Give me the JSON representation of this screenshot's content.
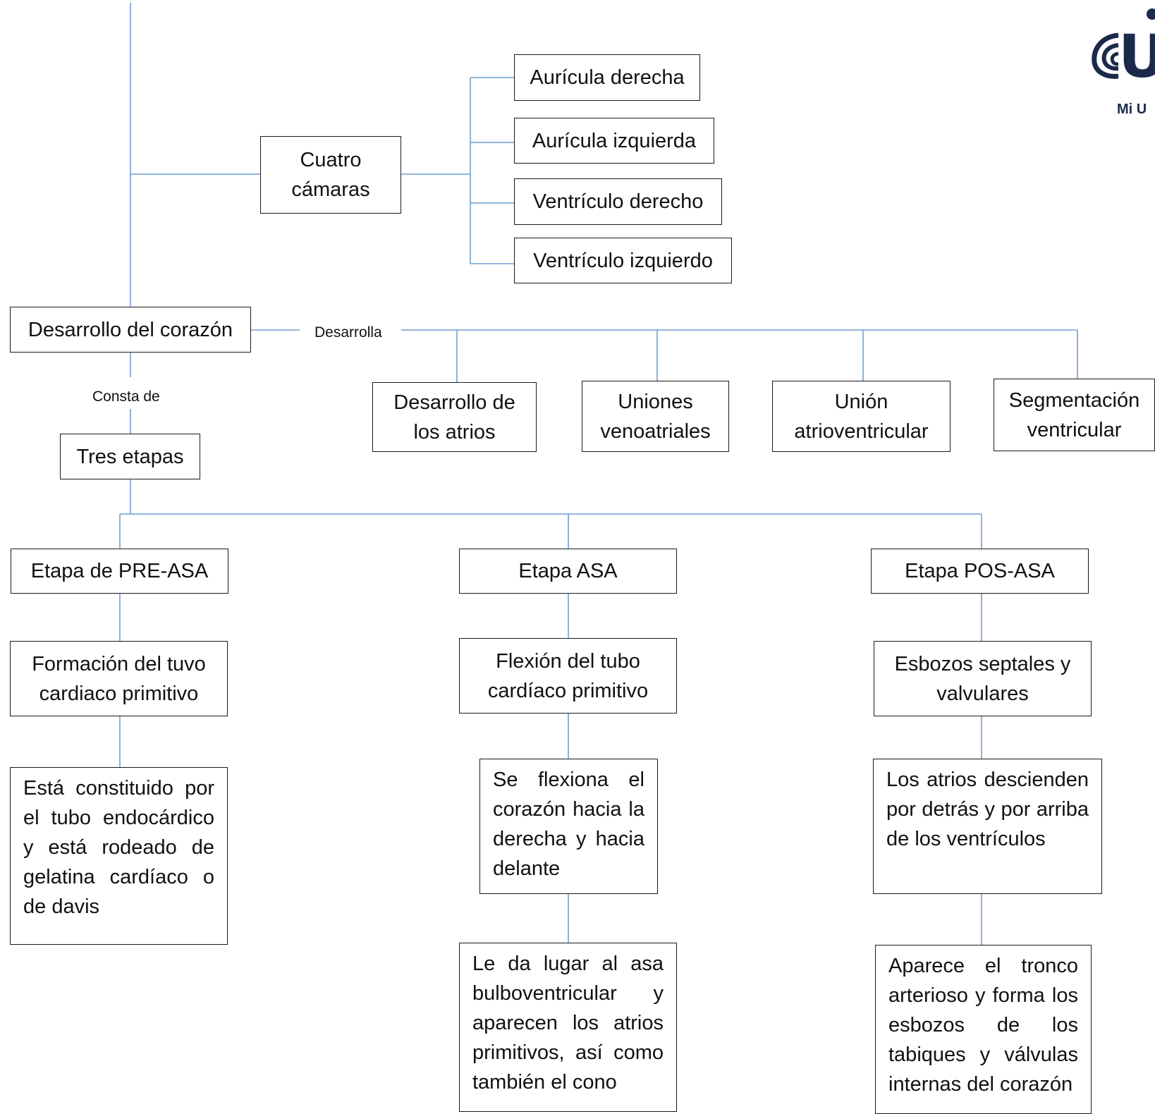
{
  "diagram": {
    "root": "Desarrollo del corazón",
    "chambers": {
      "title": "Cuatro cámaras",
      "items": [
        "Aurícula derecha",
        "Aurícula izquierda",
        "Ventrículo derecho",
        "Ventrículo izquierdo"
      ]
    },
    "develops_label": "Desarrolla",
    "develops": [
      "Desarrollo de los atrios",
      "Uniones venoatriales",
      "Unión atrioventricular",
      "Segmentación ventricular"
    ],
    "consists_label": "Consta de",
    "stages_title": "Tres etapas",
    "stages": [
      {
        "name": "Etapa de PRE-ASA",
        "detail": "Formación del tuvo cardiaco primitivo",
        "desc": "Está constituido por el tubo endocárdico y está rodeado de gelatina cardíaco o de davis"
      },
      {
        "name": "Etapa ASA",
        "detail": "Flexión del tubo cardíaco primitivo",
        "desc": "Se flexiona el corazón hacia la derecha y hacia delante",
        "desc2": "Le da lugar al asa bulboventricular y aparecen los atrios primitivos, así como también el cono"
      },
      {
        "name": "Etapa POS-ASA",
        "detail": "Esbozos septales y valvulares",
        "desc": "Los atrios descienden por detrás y por arriba de los ventrículos",
        "desc2": "Aparece el tronco arterioso y forma los esbozos de los tabiques y válvulas internas del corazón"
      }
    ]
  },
  "logo": {
    "letter": "U",
    "text": "Mi U",
    "color": "#1b2a4a"
  },
  "colors": {
    "connector": "#6f9fd0",
    "border": "#1a1a1a"
  }
}
